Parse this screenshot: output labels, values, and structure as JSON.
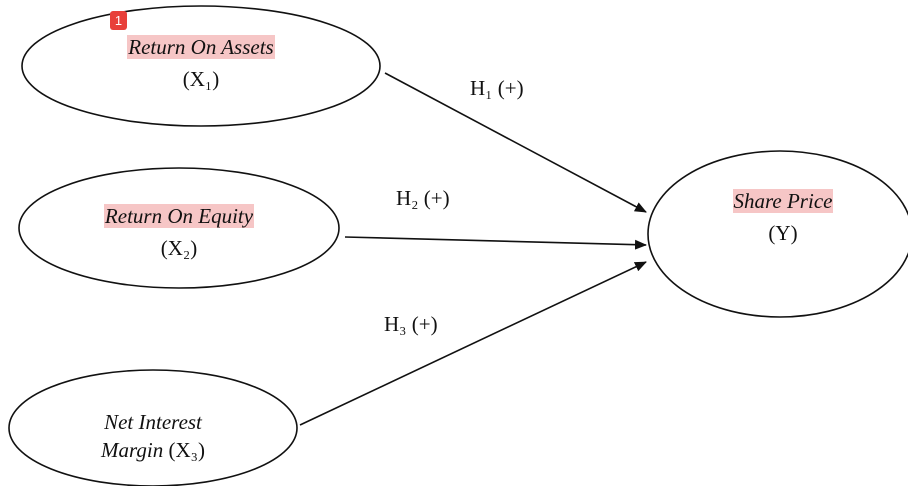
{
  "nodes": {
    "x1": {
      "name": "Return On Assets",
      "code": "(X₁)",
      "badge": "1"
    },
    "x2": {
      "name": "Return On Equity",
      "code": "(X₂)"
    },
    "x3": {
      "name_line1": "Net Interest",
      "name_line2": "Margin",
      "code": "(X₃)"
    },
    "y": {
      "name": "Share Price",
      "code": "(Y)"
    }
  },
  "edges": [
    {
      "from": "x1",
      "to": "y",
      "label": "H₁ (+)"
    },
    {
      "from": "x2",
      "to": "y",
      "label": "H₂ (+)"
    },
    {
      "from": "x3",
      "to": "y",
      "label": "H₃ (+)"
    }
  ]
}
